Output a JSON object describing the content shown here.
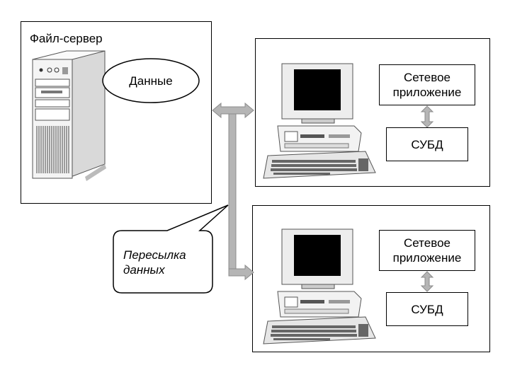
{
  "file_server": {
    "title": "Файл-сервер",
    "data_label": "Данные"
  },
  "clients": [
    {
      "app_label": "Сетевое приложение",
      "dbms_label": "СУБД"
    },
    {
      "app_label": "Сетевое приложение",
      "dbms_label": "СУБД"
    }
  ],
  "callout": {
    "text": "Пересылка данных"
  },
  "colors": {
    "arrow": "#b5b5b5",
    "arrow_stroke": "#8c8c8c",
    "case": "#e8e8e8",
    "screen": "#000000"
  }
}
